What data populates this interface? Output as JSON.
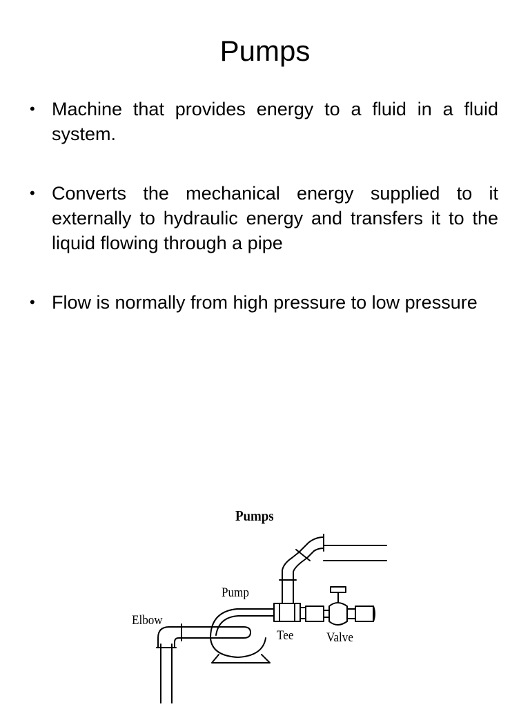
{
  "slide": {
    "title": "Pumps",
    "bullets": [
      {
        "text": "Machine that provides energy to a fluid in a fluid system."
      },
      {
        "text": "Converts the mechanical energy supplied to it externally to hydraulic energy and transfers it to the liquid flowing through a pipe"
      },
      {
        "text": "Flow is normally from high pressure to low pressure"
      }
    ]
  },
  "figure": {
    "title": "Pumps",
    "labels": {
      "pump": "Pump",
      "elbow": "Elbow",
      "tee": "Tee",
      "valve": "Valve"
    }
  }
}
